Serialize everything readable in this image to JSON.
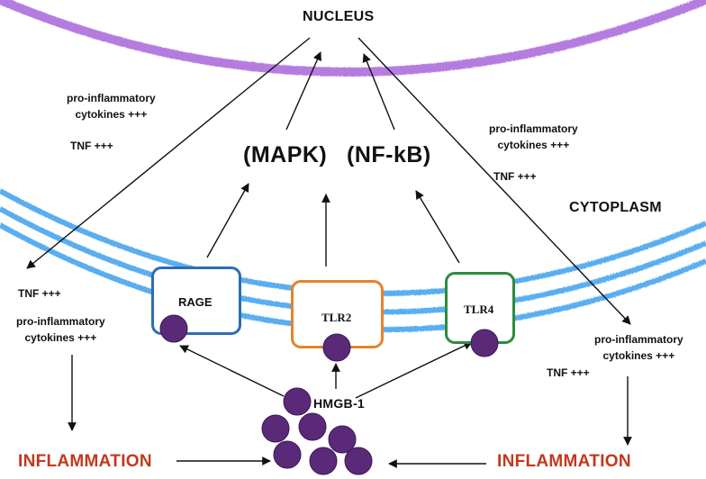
{
  "labels": {
    "nucleus": "NUCLEUS",
    "cytoplasm": "CYTOPLASM",
    "mapk": "(MAPK)",
    "nfkb": "(NF-kB)",
    "hmgb1": "HMGB-1",
    "inflammation_left": "INFLAMMATION",
    "inflammation_right": "INFLAMMATION"
  },
  "receptors": {
    "rage": "RAGE",
    "tlr2": "TLR2",
    "tlr4": "TLR4"
  },
  "cytokine_notes": {
    "top_left_cytokines_1": "pro-inflammatory",
    "top_left_cytokines_2": "cytokines +++",
    "top_left_tnf": "TNF +++",
    "top_right_cytokines_1": "pro-inflammatory",
    "top_right_cytokines_2": "cytokines +++",
    "top_right_tnf": "TNF +++",
    "left_tnf": "TNF +++",
    "left_cytokines_1": "pro-inflammatory",
    "left_cytokines_2": "cytokines +++",
    "right_cytokines_1": "pro-inflammatory",
    "right_cytokines_2": "cytokines +++",
    "right_tnf": "TNF +++"
  },
  "colors": {
    "nuclear_membrane": "#b57be0",
    "cell_membrane": "#5aaef0",
    "rage_border": "#2d6db5",
    "tlr2_border": "#e8822a",
    "tlr4_border": "#2e8b3e",
    "hmgb1_molecule": "#5a2a78",
    "inflammation_text": "#c0391e",
    "arrow": "#111111"
  }
}
